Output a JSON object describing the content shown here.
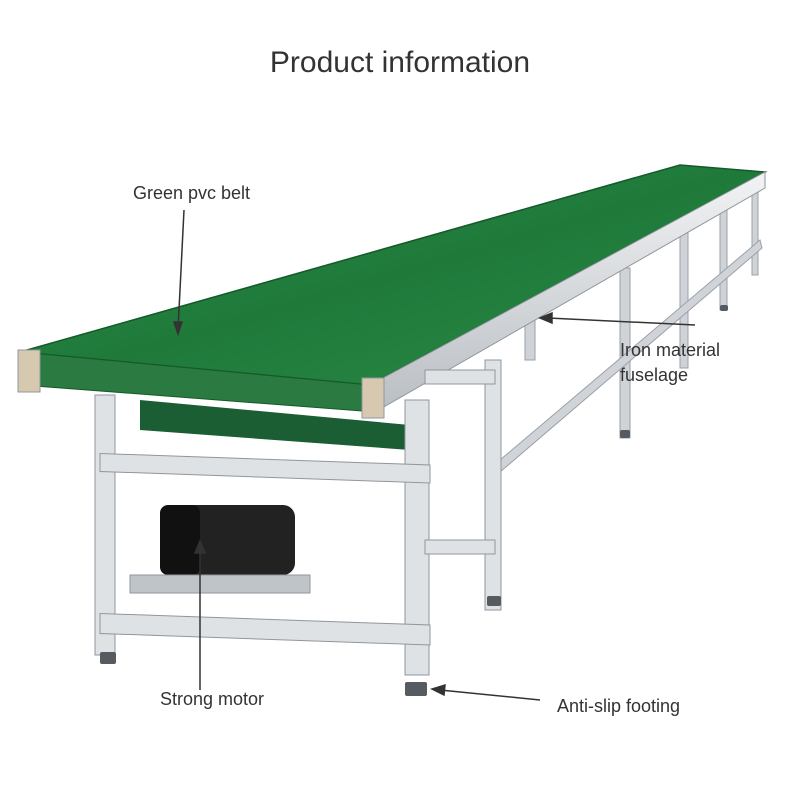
{
  "title": "Product information",
  "labels": {
    "belt": "Green pvc belt",
    "fuselage_line1": "Iron material",
    "fuselage_line2": "fuselage",
    "motor": "Strong motor",
    "footing": "Anti-slip footing"
  },
  "colors": {
    "belt_green": "#1f7a3a",
    "frame": "#d9dcdf",
    "motor": "#222222"
  }
}
